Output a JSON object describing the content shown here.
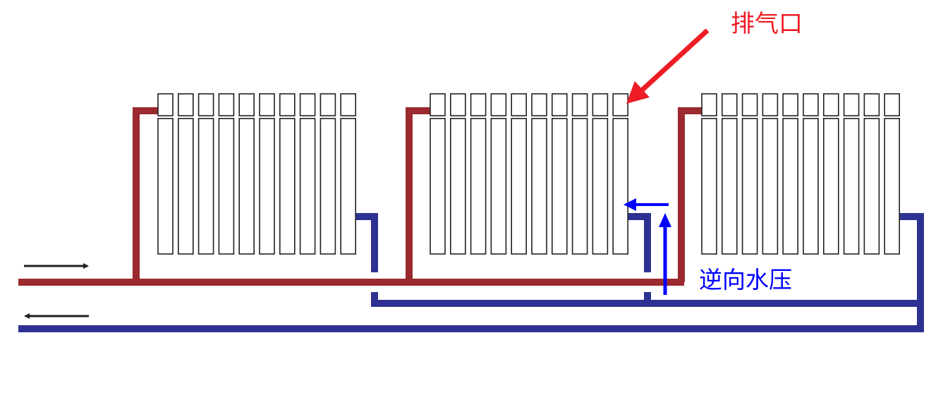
{
  "labels": {
    "vent": "排气口",
    "reverse_pressure": "逆向水压"
  },
  "colors": {
    "supply_pipe": "#9b2a2e",
    "return_pipe": "#2e3192",
    "radiator_outline": "#231f20",
    "vent_arrow": "#ee1c25",
    "pressure_arrow": "#0000ff",
    "flow_arrow": "#231f20"
  },
  "diagram": {
    "radiator_count": 3,
    "fins_per_radiator": 10
  }
}
